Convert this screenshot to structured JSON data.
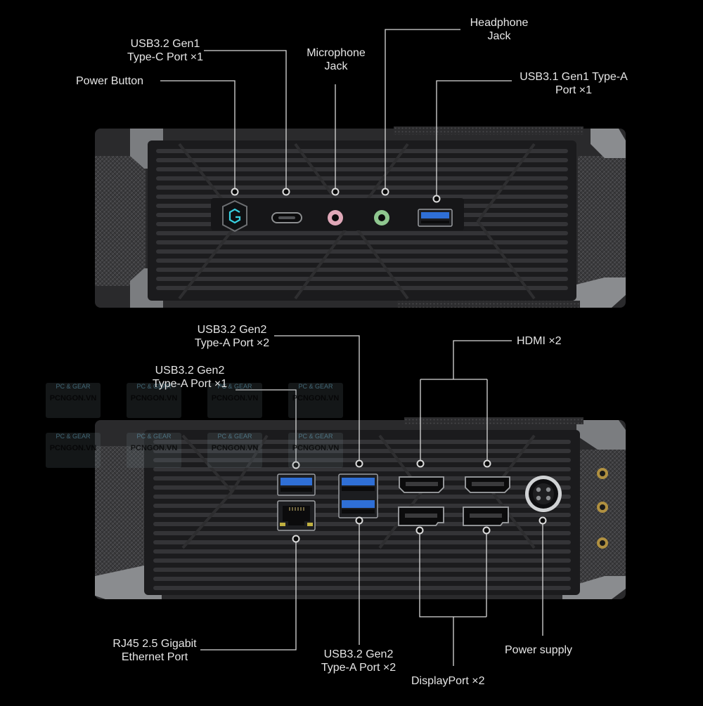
{
  "colors": {
    "background": "#000000",
    "chassis": "#2b2b2d",
    "panel": "#1a1a1c",
    "grille": "#3a3a3c",
    "usb_blue": "#2f6fd6",
    "power_accent": "#37d0e0",
    "mic_ring": "#e0a8b8",
    "headphone_ring": "#8fc78f",
    "label": "#e6e6e6",
    "line": "#d9d9d9"
  },
  "front": {
    "labels": {
      "power_button": "Power Button",
      "usbc_line1": "USB3.2 Gen1",
      "usbc_line2": "Type-C Port ×1",
      "mic_line1": "Microphone",
      "mic_line2": "Jack",
      "headphone_line1": "Headphone",
      "headphone_line2": "Jack",
      "usba_line1": "USB3.1 Gen1 Type-A",
      "usba_line2": "Port ×1"
    }
  },
  "rear": {
    "labels": {
      "usb_gen2_x2_top_line1": "USB3.2 Gen2",
      "usb_gen2_x2_top_line2": "Type-A Port ×2",
      "usb_gen2_x1_line1": "USB3.2 Gen2",
      "usb_gen2_x1_line2": "Type-A Port ×1",
      "hdmi": "HDMI ×2",
      "rj45_line1": "RJ45  2.5 Gigabit",
      "rj45_line2": "Ethernet Port",
      "usb_gen2_x2_bottom_line1": "USB3.2 Gen2",
      "usb_gen2_x2_bottom_line2": "Type-A Port ×2",
      "power_supply": "Power supply",
      "displayport": "DisplayPort ×2"
    }
  },
  "watermark": {
    "top": "PC & GEAR",
    "brand": "PCNGON.VN"
  }
}
